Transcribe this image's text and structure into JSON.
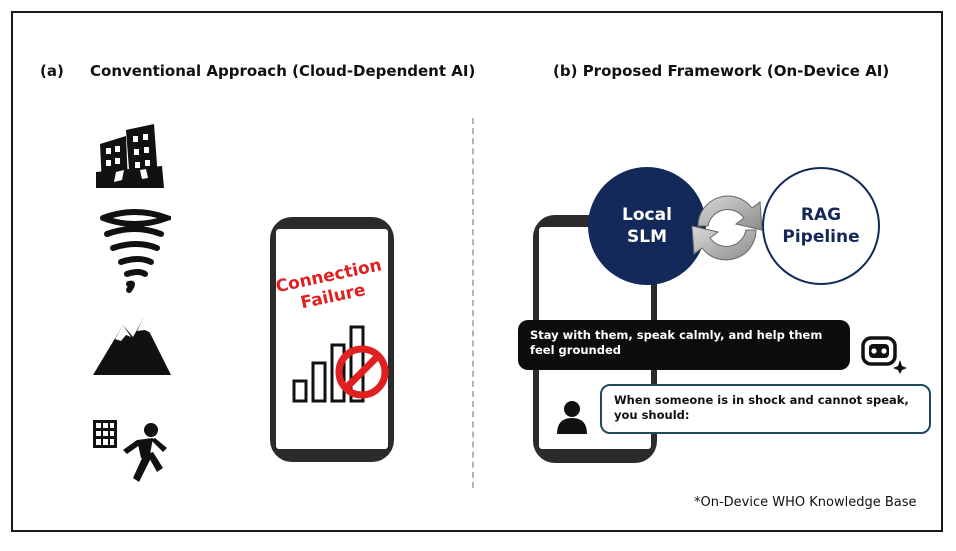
{
  "left_panel": {
    "label": "(a)",
    "title": "Conventional Approach (Cloud-Dependent AI)",
    "hazard_icons": [
      "collapsed-buildings-icon",
      "tornado-icon",
      "mountain-icon",
      "evacuation-runner-icon"
    ],
    "phone_message": "Connection Failure",
    "signal_icon": "signal-bars-icon",
    "no_signal_icon": "prohibited-icon",
    "error_color": "#e02020"
  },
  "right_panel": {
    "label": "(b)",
    "title": "Proposed Framework (On-Device AI)",
    "local_slm": "Local SLM",
    "rag_pipeline": "RAG Pipeline",
    "cycle_icon": "cycle-arrows-icon",
    "bot_reply": "Stay with them, speak calmly, and help them feel grounded",
    "bot_icon": "robot-icon",
    "user_query": "When someone is in shock and cannot speak, you should:",
    "user_icon": "user-icon",
    "footnote": "*On-Device WHO Knowledge Base",
    "navy_color": "#12295a"
  }
}
